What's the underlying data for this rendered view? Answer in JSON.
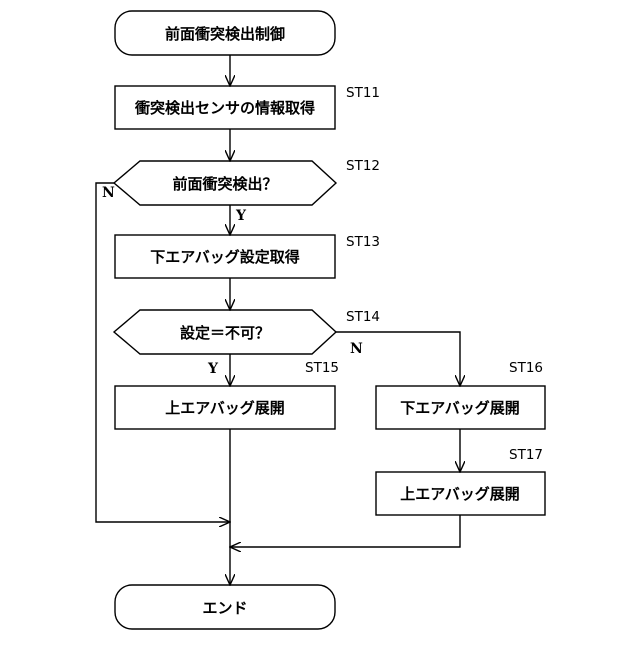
{
  "flowchart": {
    "start": {
      "label": "前面衝突検出制御"
    },
    "end": {
      "label": "エンド"
    },
    "steps": [
      {
        "id": "ST11",
        "label": "衝突検出センサの情報取得"
      },
      {
        "id": "ST12",
        "label": "前面衝突検出？"
      },
      {
        "id": "ST13",
        "label": "下エアバッグ設定取得"
      },
      {
        "id": "ST14",
        "label": "設定＝不可？"
      },
      {
        "id": "ST15",
        "label": "上エアバッグ展開"
      },
      {
        "id": "ST16",
        "label": "下エアバッグ展開"
      },
      {
        "id": "ST17",
        "label": "上エアバッグ展開"
      }
    ],
    "branches": {
      "st12_yes": "Y",
      "st12_no": "N",
      "st14_yes": "Y",
      "st14_no": "N"
    }
  }
}
